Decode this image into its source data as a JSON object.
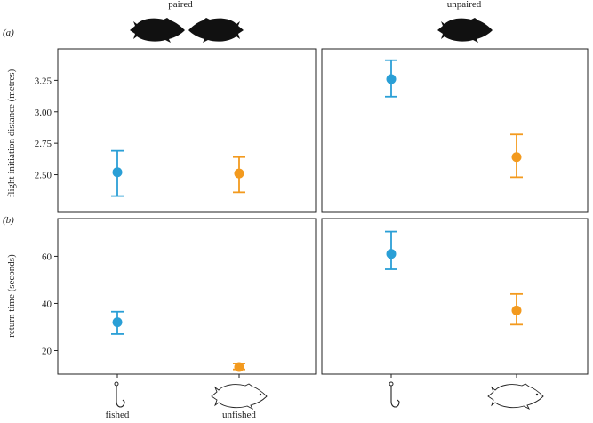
{
  "figure": {
    "column_titles": [
      "paired",
      "unpaired"
    ],
    "row_labels": [
      "(a)",
      "(b)"
    ],
    "x_labels": [
      "fished",
      "unfished"
    ],
    "icons": {
      "fish_silhouette": "fish-silhouette-icon",
      "fish_outline": "fish-outline-icon",
      "hook": "fishing-hook-icon"
    },
    "colors": {
      "fished": "#2a9fd6",
      "unfished": "#f39a1e"
    }
  },
  "chart_data": [
    {
      "type": "scatter",
      "panel": "a-paired",
      "categories": [
        "fished",
        "unfished"
      ],
      "values": [
        2.52,
        2.51
      ],
      "err_low": [
        2.33,
        2.36
      ],
      "err_high": [
        2.69,
        2.64
      ],
      "ylabel": "flight initiation distance (metres)",
      "ylim": [
        2.2,
        3.5
      ],
      "yticks": [
        2.5,
        2.75,
        3.0,
        3.25
      ],
      "ytick_labels": [
        "2.50",
        "2.75",
        "3.00",
        "3.25"
      ]
    },
    {
      "type": "scatter",
      "panel": "a-unpaired",
      "categories": [
        "fished",
        "unfished"
      ],
      "values": [
        3.26,
        2.64
      ],
      "err_low": [
        3.12,
        2.48
      ],
      "err_high": [
        3.41,
        2.82
      ],
      "ylim": [
        2.2,
        3.5
      ]
    },
    {
      "type": "scatter",
      "panel": "b-paired",
      "categories": [
        "fished",
        "unfished"
      ],
      "values": [
        32,
        13
      ],
      "err_low": [
        27,
        12
      ],
      "err_high": [
        36.5,
        14.5
      ],
      "ylabel": "return time (seconds)",
      "ylim": [
        10,
        76
      ],
      "yticks": [
        20,
        40,
        60
      ],
      "ytick_labels": [
        "20",
        "40",
        "60"
      ]
    },
    {
      "type": "scatter",
      "panel": "b-unpaired",
      "categories": [
        "fished",
        "unfished"
      ],
      "values": [
        61,
        37
      ],
      "err_low": [
        54.5,
        31
      ],
      "err_high": [
        70.5,
        44
      ],
      "ylim": [
        10,
        76
      ]
    }
  ]
}
